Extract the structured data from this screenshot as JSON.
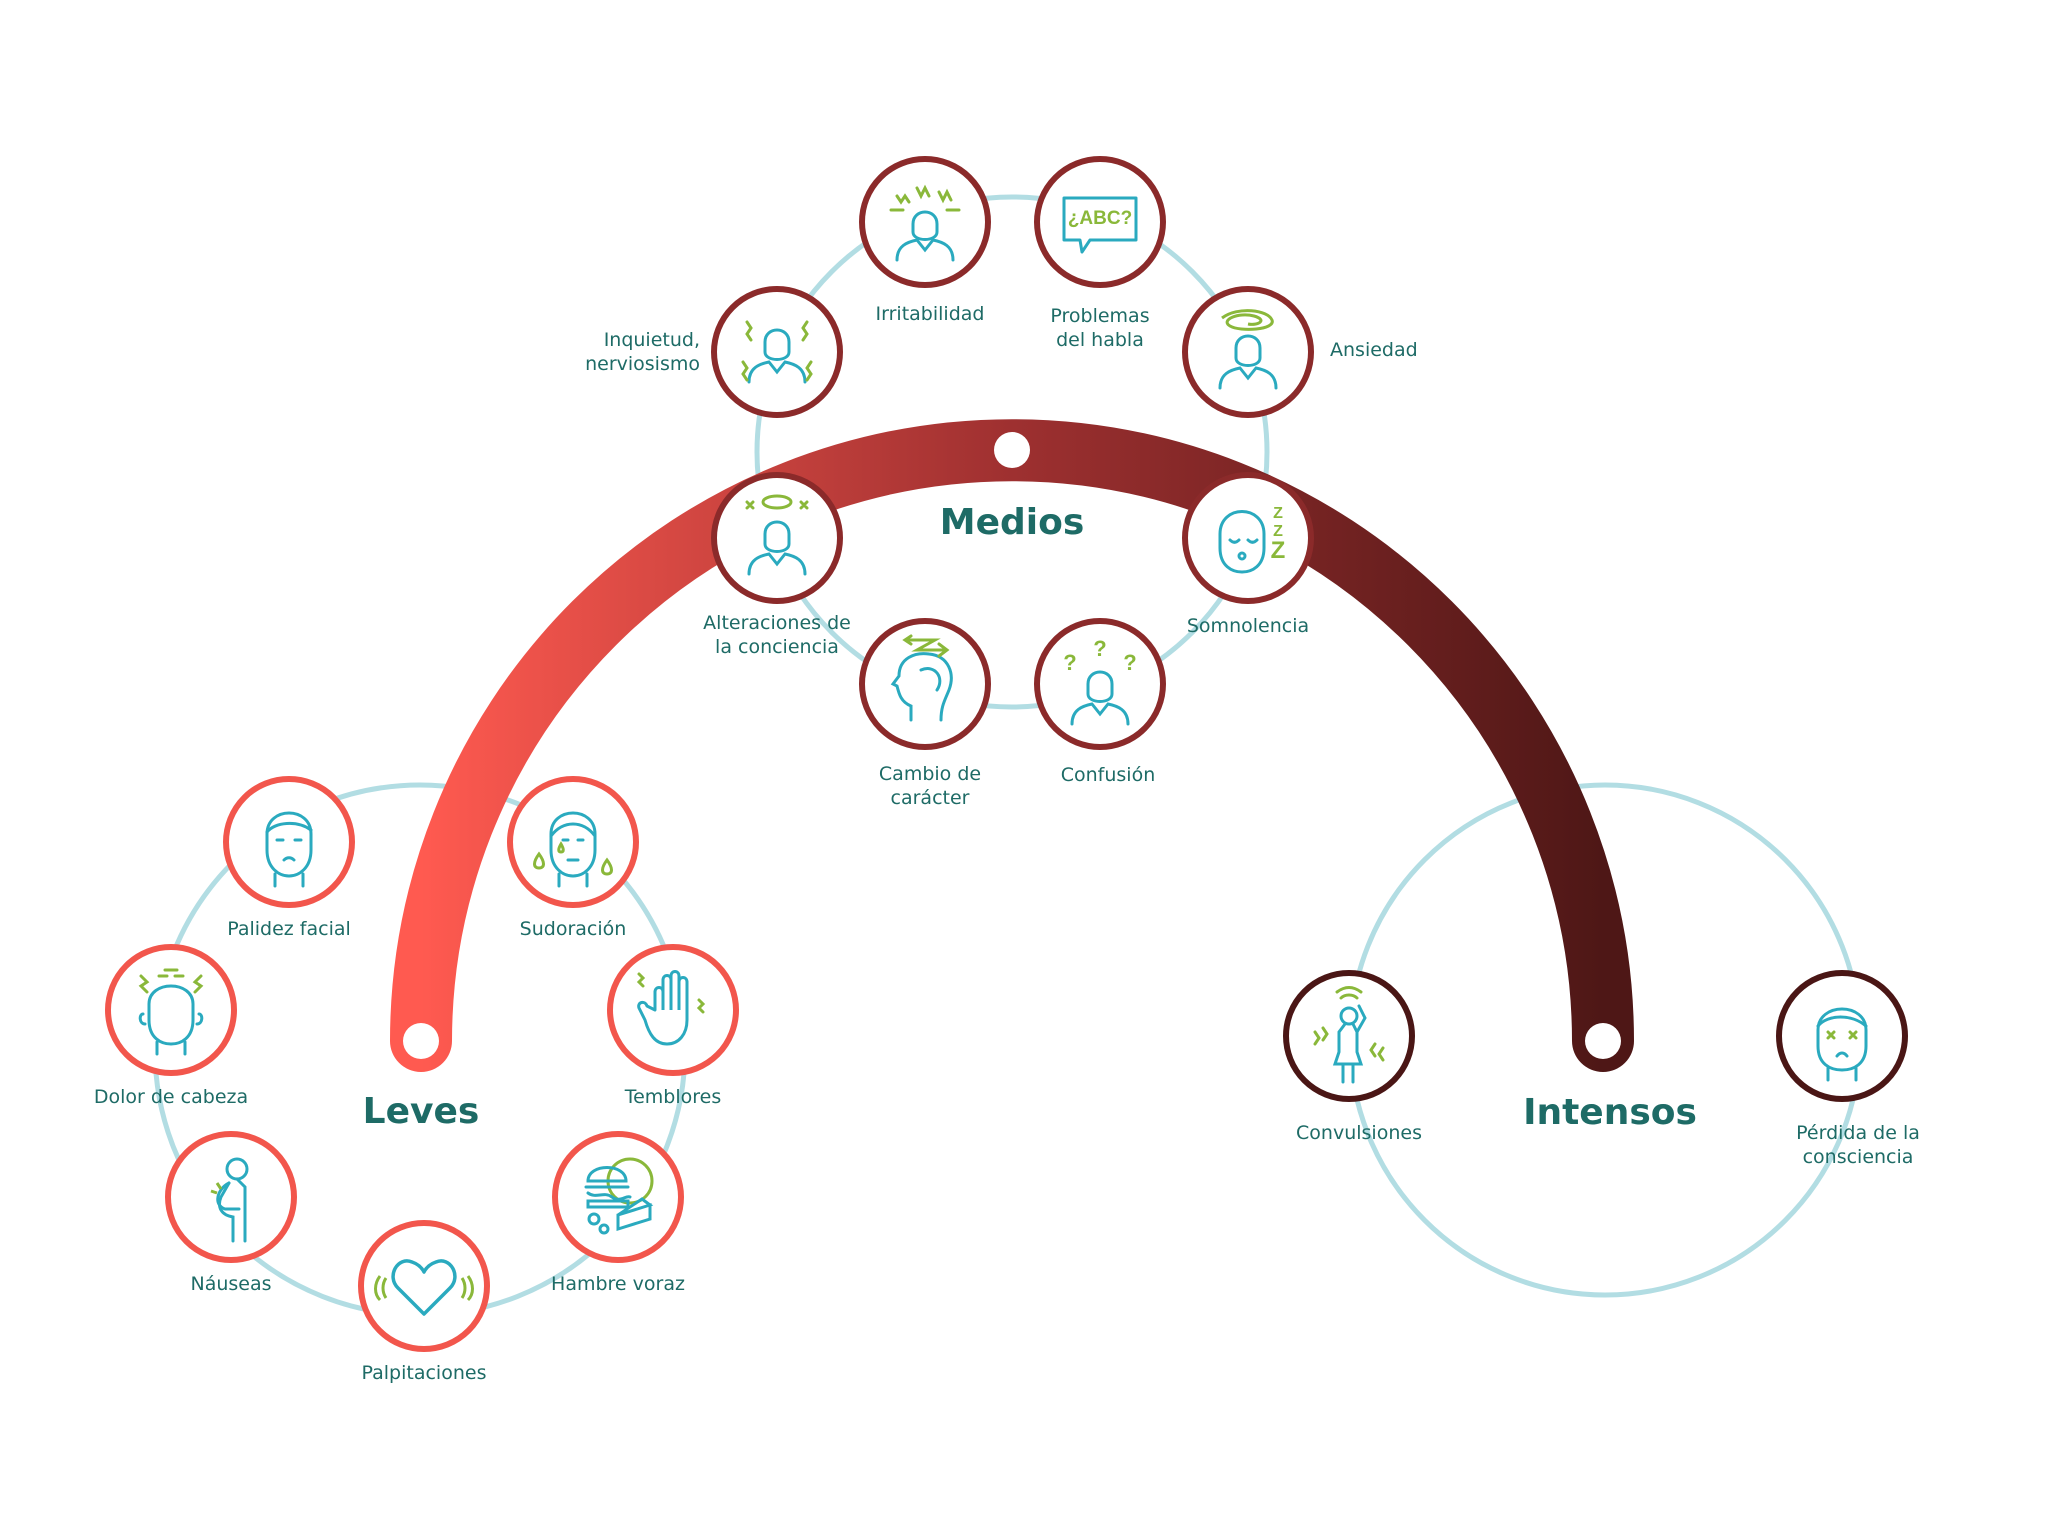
{
  "groups": {
    "leves": "Leves",
    "medios": "Medios",
    "intensos": "Intensos"
  },
  "colors": {
    "ring": "#b2dde3",
    "leves": "#f2564c",
    "medios": "#8b2a2a",
    "intensos": "#4a1615",
    "icon": "#2aaabf",
    "accent": "#8ab83a",
    "text": "#1e6b66",
    "arc_start": "#ff5a50",
    "arc_mid": "#9e3030",
    "arc_end": "#4e1716"
  },
  "symptoms": {
    "leves": [
      {
        "label": "Palidez facial",
        "icon": "pale-face-icon"
      },
      {
        "label": "Sudoración",
        "icon": "sweating-face-icon"
      },
      {
        "label": "Dolor de cabeza",
        "icon": "headache-icon"
      },
      {
        "label": "Temblores",
        "icon": "shaking-hand-icon"
      },
      {
        "label": "Náuseas",
        "icon": "nausea-icon"
      },
      {
        "label": "Hambre voraz",
        "icon": "hunger-food-icon"
      },
      {
        "label": "Palpitaciones",
        "icon": "heart-palpitations-icon"
      }
    ],
    "medios": [
      {
        "label": "Irritabilidad",
        "icon": "irritable-person-icon"
      },
      {
        "label": "Problemas\ndel habla",
        "icon": "speech-bubble-abc-icon",
        "bubble_text": "¿ABC?"
      },
      {
        "label": "Inquietud,\nnerviosismo",
        "icon": "restless-person-icon"
      },
      {
        "label": "Ansiedad",
        "icon": "anxious-person-icon"
      },
      {
        "label": "Alteraciones de\nla conciencia",
        "icon": "altered-consciousness-icon"
      },
      {
        "label": "Somnolencia",
        "icon": "sleepy-face-icon",
        "zzz": "Z Z Z"
      },
      {
        "label": "Cambio de\ncarácter",
        "icon": "character-change-head-icon"
      },
      {
        "label": "Confusión",
        "icon": "confused-person-icon",
        "marks": "? ? ?"
      }
    ],
    "intensos": [
      {
        "label": "Convulsiones",
        "icon": "convulsions-icon"
      },
      {
        "label": "Pérdida de la consciencia",
        "icon": "unconscious-face-icon"
      }
    ]
  }
}
